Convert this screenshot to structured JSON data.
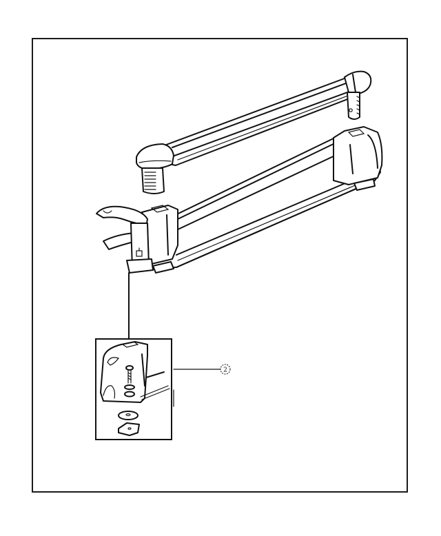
{
  "diagram": {
    "type": "exploded-parts-view",
    "subject": "roof-mounted ski / snowboard carrier",
    "frame": {
      "border_color": "#1a1a1a",
      "background": "#ffffff"
    },
    "parts": [
      {
        "name": "upper-clamp-bar",
        "description": "upper hinged bar with end caps and toothed latch tabs"
      },
      {
        "name": "lower-base-bar",
        "description": "lower base rail with end blocks, foot pads and lock lever"
      },
      {
        "name": "lock-lever",
        "description": "release lever with key lock at left end"
      },
      {
        "name": "mounting-detail-inset",
        "description": "enlarged view of mounting foot with bolt, washer and square nut"
      }
    ],
    "callouts": [
      {
        "number": "2",
        "target": "mounting-detail-inset"
      }
    ],
    "line_color": "#111111"
  }
}
